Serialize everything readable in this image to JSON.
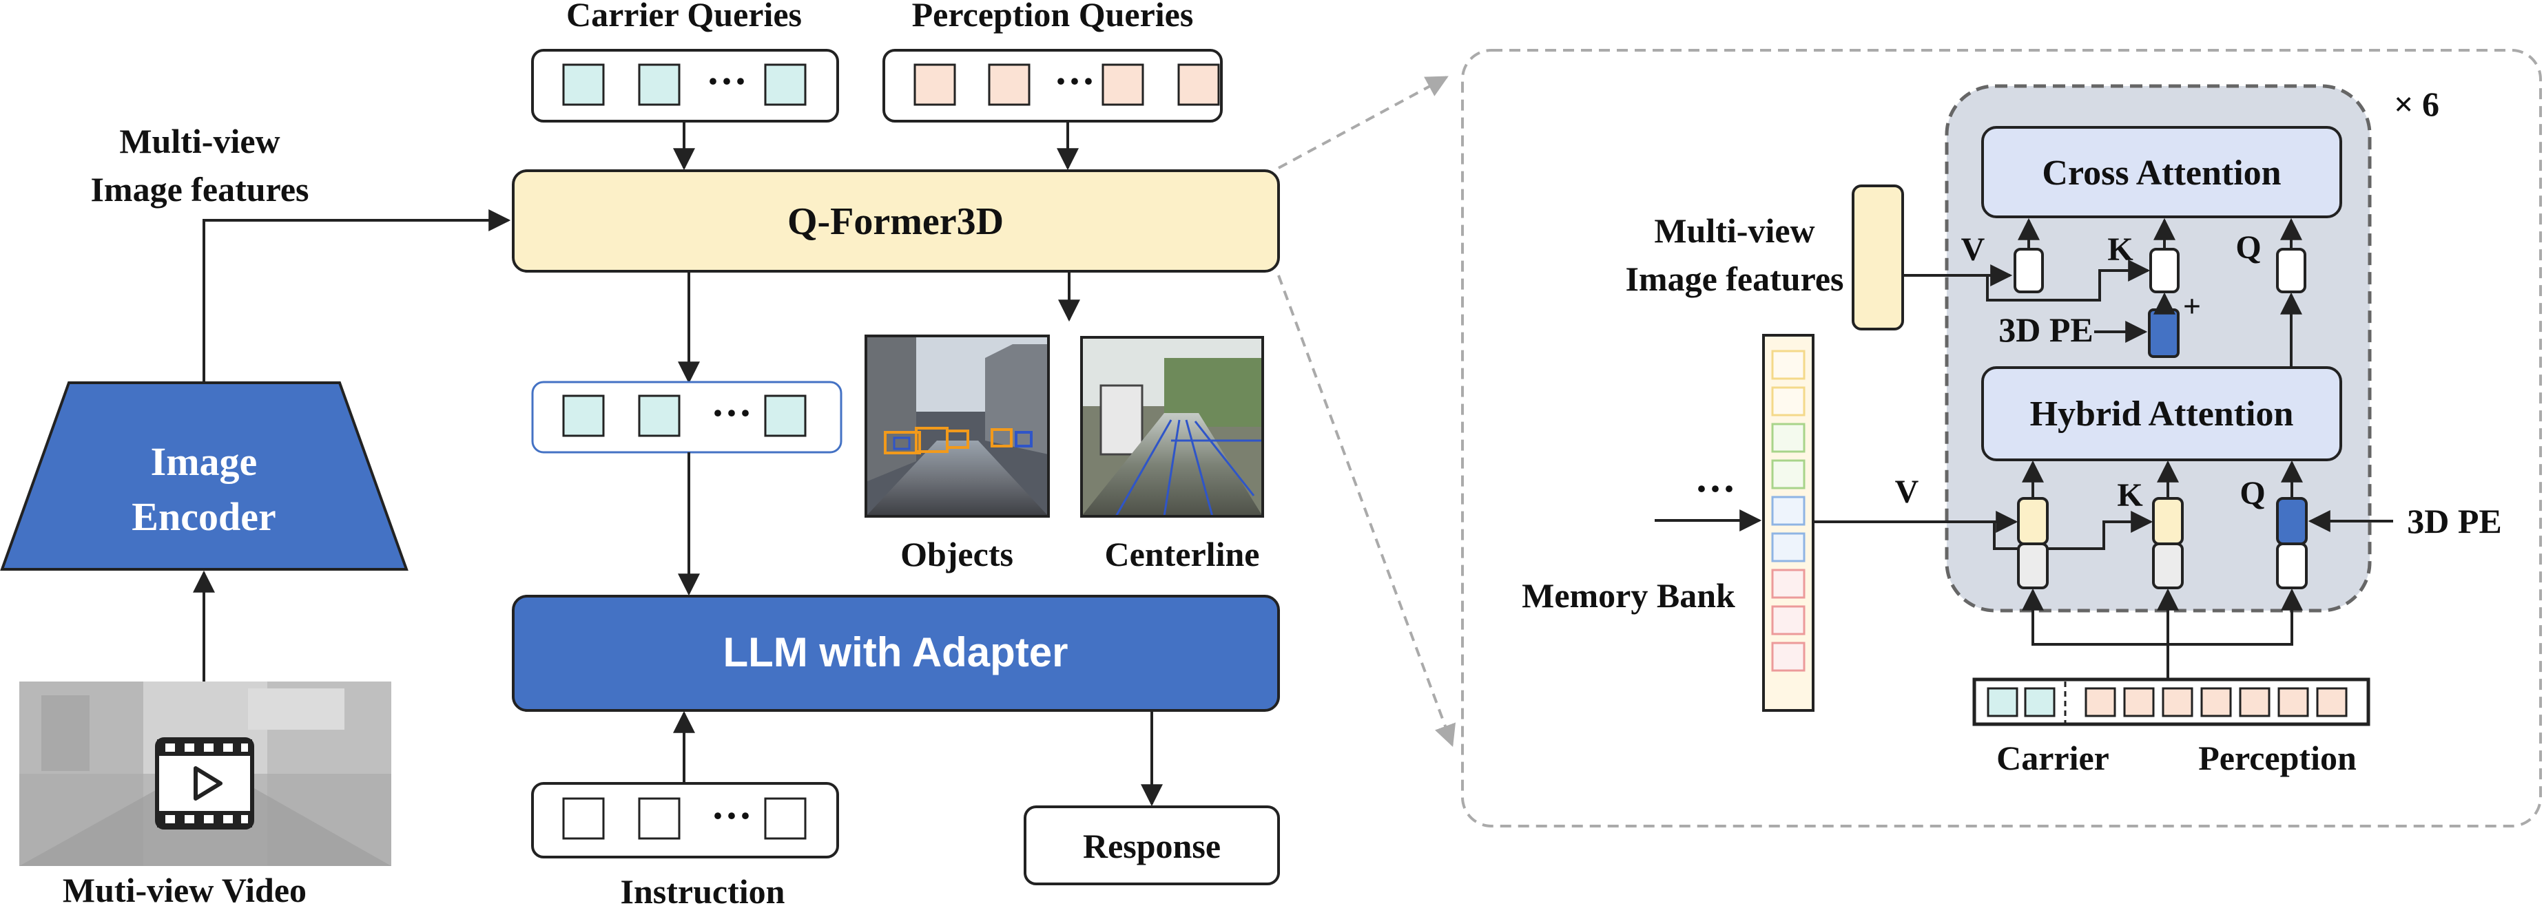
{
  "left": {
    "carrier_queries_label": "Carrier Queries",
    "perception_queries_label": "Perception Queries",
    "multiview_label_line1": "Multi-view",
    "multiview_label_line2": "Image features",
    "qformer_label": "Q-Former3D",
    "encoder_label_line1": "Image",
    "encoder_label_line2": "Encoder",
    "video_label": "Muti-view Video",
    "objects_label": "Objects",
    "centerline_label": "Centerline",
    "llm_label": "LLM with Adapter",
    "instruction_label": "Instruction",
    "response_label": "Response",
    "ellipsis": "···"
  },
  "right": {
    "repeat_label": "× 6",
    "cross_attention_label": "Cross Attention",
    "hybrid_attention_label": "Hybrid Attention",
    "multiview_label_line1": "Multi-view",
    "multiview_label_line2": "Image features",
    "memory_bank_label": "Memory Bank",
    "pe_top_label": "3D PE",
    "pe_right_label": "3D PE",
    "plus": "+",
    "v_top": "V",
    "k_top": "K",
    "q_top": "Q",
    "v_bottom": "V",
    "k_bottom": "K",
    "q_bottom": "Q",
    "dots": "···",
    "carrier_label": "Carrier",
    "perception_label": "Perception"
  },
  "colors": {
    "carrier": "#d4f0ee",
    "perception": "#fbe2d4",
    "qformer": "#fcf0c8",
    "blue": "#4472c4",
    "attention": "#dbe3f6",
    "panel": "#d6dbe4"
  }
}
